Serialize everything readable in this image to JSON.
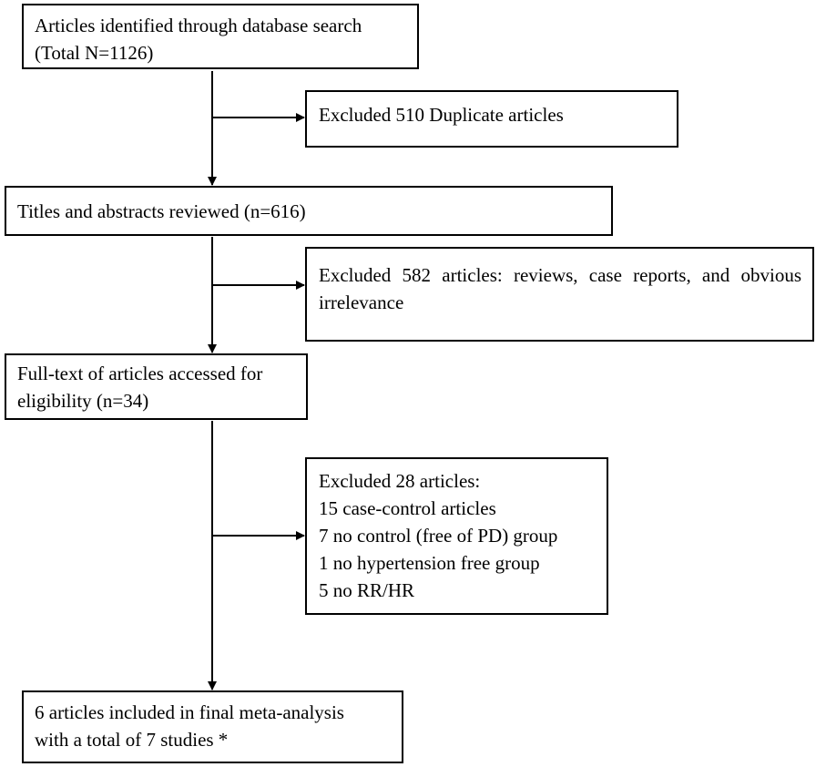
{
  "flowchart": {
    "identified": {
      "line1": "Articles identified through database search",
      "line2": "(Total N=1126)"
    },
    "excluded_duplicates": {
      "line1": "Excluded 510 Duplicate articles"
    },
    "screened": {
      "line1": "Titles and abstracts reviewed (n=616)"
    },
    "excluded_screening": {
      "text": "Excluded 582 articles: reviews, case reports, and obvious irrelevance"
    },
    "full_text": {
      "line1": "Full-text of articles accessed for",
      "line2": "eligibility (n=34)"
    },
    "excluded_full_text": {
      "lines": [
        "Excluded 28 articles:",
        "15 case-control articles",
        "7 no control (free of PD) group",
        "1 no hypertension free group",
        "5 no RR/HR"
      ]
    },
    "included": {
      "line1": "6 articles included in final meta-analysis",
      "line2": "with a total of 7 studies *"
    }
  },
  "colors": {
    "line": "#000000",
    "background": "#ffffff"
  }
}
